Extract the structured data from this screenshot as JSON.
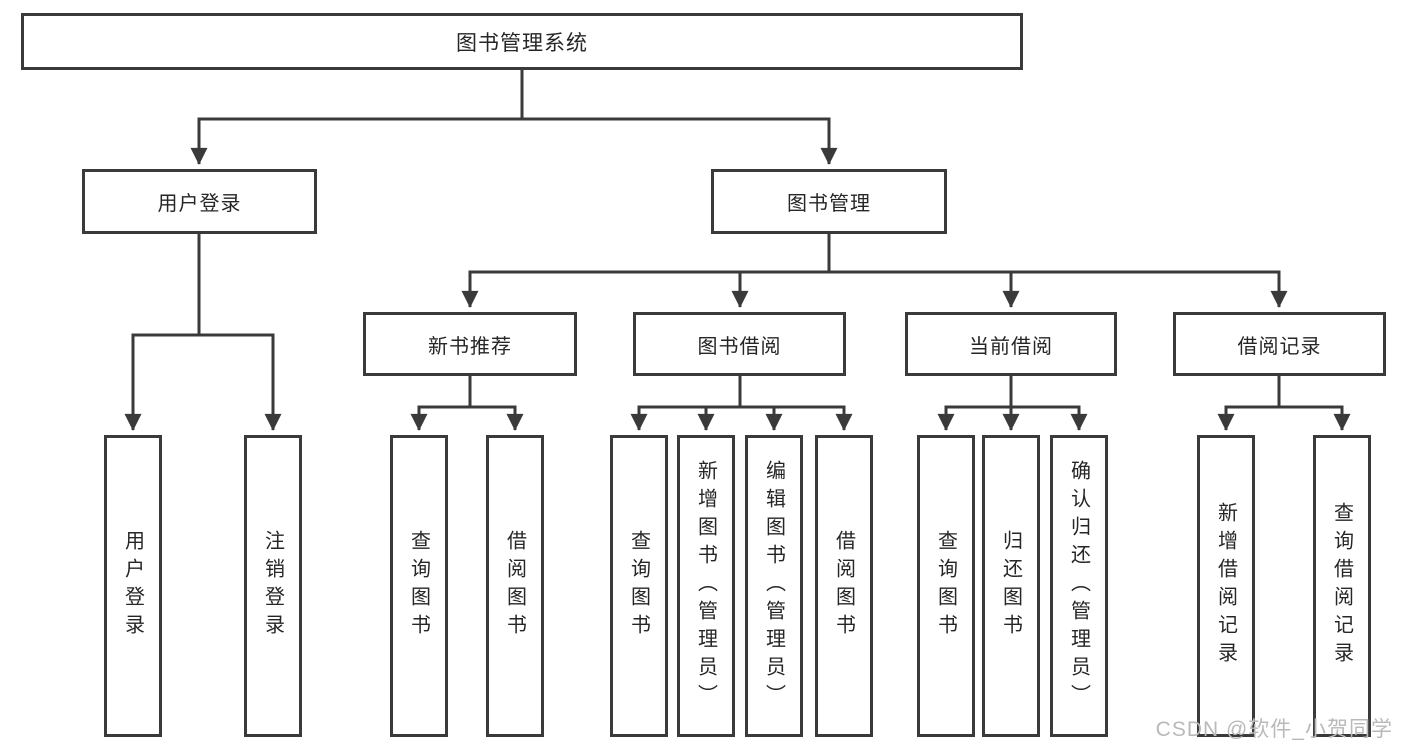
{
  "page": {
    "background": "#ffffff",
    "line_color": "#3a3a3a",
    "text_color": "#262626",
    "watermark": {
      "text": "CSDN @软件_小贺同学",
      "color": "#b9b9b9"
    }
  },
  "tree": {
    "root": "图书管理系统",
    "level1": {
      "user_login": "用户登录",
      "book_mgmt": "图书管理"
    },
    "level2": {
      "new_book": "新书推荐",
      "book_borrow": "图书借阅",
      "current_borrow": "当前借阅",
      "borrow_record": "借阅记录"
    },
    "leaves": {
      "user_login_leaf": "用户登录",
      "logout": "注销登录",
      "nb_query": "查询图书",
      "nb_borrow": "借阅图书",
      "bb_query": "查询图书",
      "bb_add": "新增图书（管理员）",
      "bb_edit": "编辑图书（管理员）",
      "bb_borrow": "借阅图书",
      "cb_query": "查询图书",
      "cb_return": "归还图书",
      "cb_confirm": "确认归还（管理员）",
      "br_add": "新增借阅记录",
      "br_query": "查询借阅记录"
    }
  }
}
